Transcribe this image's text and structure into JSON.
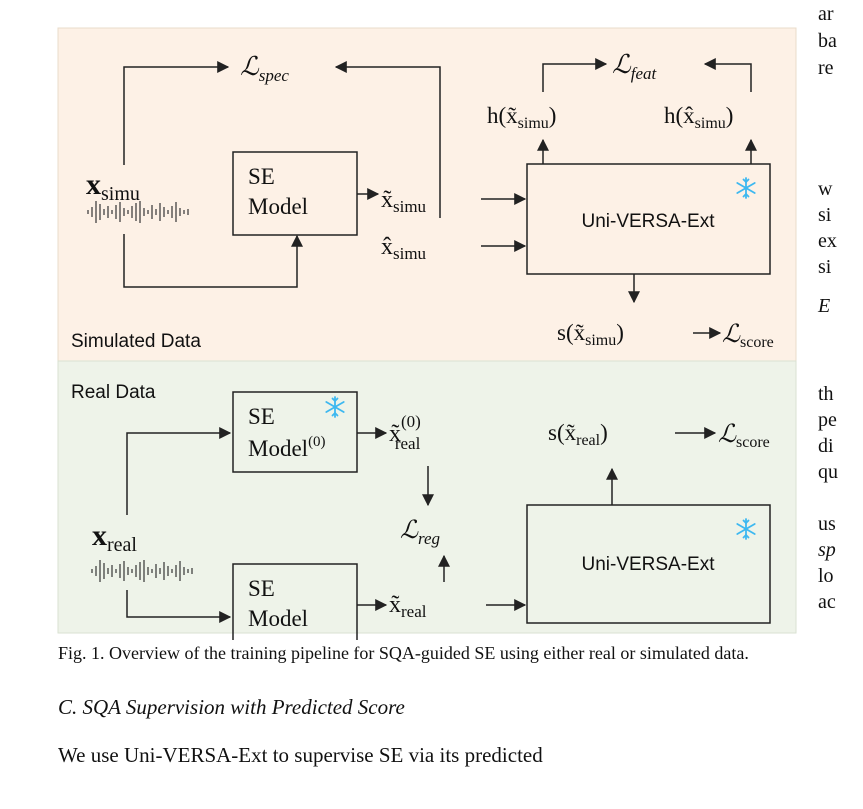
{
  "figure": {
    "sim_section_label": "Simulated Data",
    "real_section_label": "Real Data",
    "se_model_line1": "SE",
    "se_model_line2": "Model",
    "se_model0_line2": "Model",
    "se_model0_superscript": "(0)",
    "uni_versa_label": "Uni-VERSA-Ext",
    "x_simu_base": "x",
    "simu_sub": "simu",
    "real_sub": "real",
    "loss_spec_sub": "spec",
    "loss_feat_sub": "feat",
    "loss_score_sub": "score",
    "loss_reg_sub": "reg",
    "h_fn": "h",
    "s_fn": "s",
    "superscript_0": "(0)",
    "colors": {
      "sim_bg": "#fdf1e6",
      "real_bg": "#eef3e9",
      "snowflake": "#3db8f0",
      "line": "#222222"
    }
  },
  "caption": "Fig. 1.  Overview of the training pipeline for SQA-guided SE using either real or simulated data.",
  "subsection_title": "C.  SQA Supervision with Predicted Score",
  "body_text_partial": "We use Uni-VERSA-Ext to supervise SE via its predicted",
  "right_column_fragments": [
    "ar",
    "ba",
    "re",
    "w",
    "si",
    "ex",
    "si",
    "E",
    "th",
    "pe",
    "di",
    "qu",
    "us",
    "sp",
    "lo",
    "ac"
  ]
}
